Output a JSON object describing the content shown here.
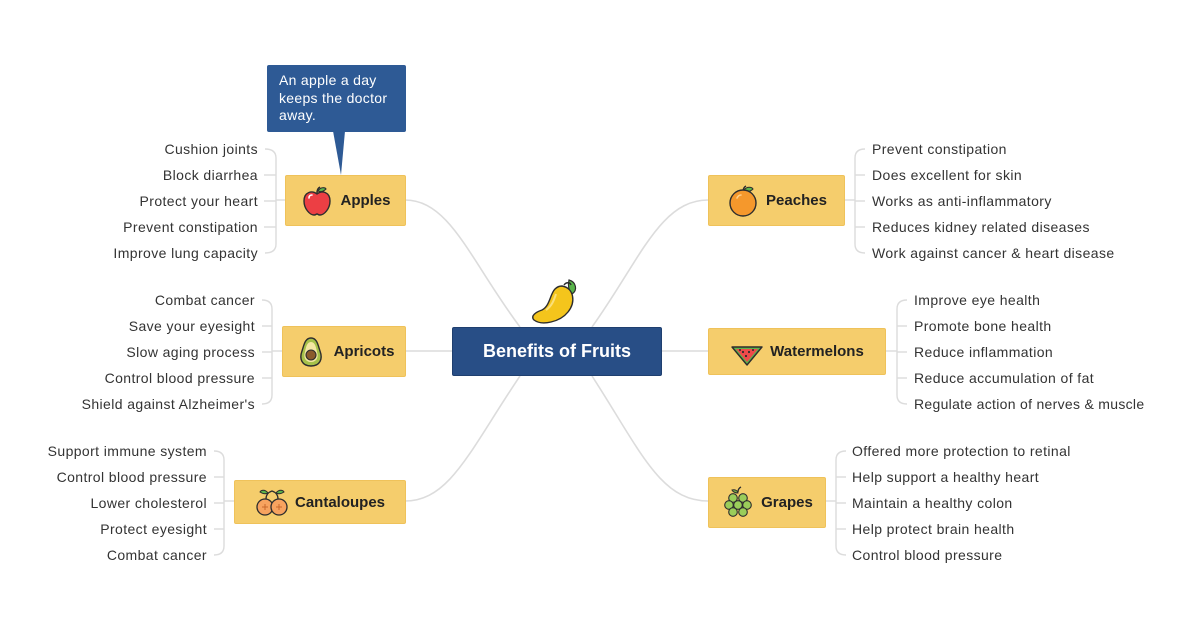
{
  "central": {
    "label": "Benefits of Fruits",
    "icon": "mango-icon"
  },
  "callout": {
    "text": "An apple a day keeps the doctor away."
  },
  "branches": {
    "apples": {
      "label": "Apples",
      "icon": "apple-icon",
      "leaves": [
        "Cushion joints",
        "Block diarrhea",
        "Protect your heart",
        "Prevent constipation",
        "Improve lung capacity"
      ]
    },
    "apricots": {
      "label": "Apricots",
      "icon": "apricot-icon",
      "leaves": [
        "Combat cancer",
        "Save your eyesight",
        "Slow aging process",
        "Control blood pressure",
        "Shield against Alzheimer's"
      ]
    },
    "cantaloupes": {
      "label": "Cantaloupes",
      "icon": "cantaloupe-icon",
      "leaves": [
        "Support immune system",
        "Control blood pressure",
        "Lower cholesterol",
        "Protect eyesight",
        "Combat cancer"
      ]
    },
    "peaches": {
      "label": "Peaches",
      "icon": "peach-icon",
      "leaves": [
        "Prevent constipation",
        "Does excellent for skin",
        "Works as anti-inflammatory",
        "Reduces kidney related diseases",
        "Work against cancer & heart disease"
      ]
    },
    "watermelons": {
      "label": "Watermelons",
      "icon": "watermelon-icon",
      "leaves": [
        "Improve eye health",
        "Promote bone health",
        "Reduce inflammation",
        "Reduce accumulation of fat",
        "Regulate action of nerves & muscle"
      ]
    },
    "grapes": {
      "label": "Grapes",
      "icon": "grapes-icon",
      "leaves": [
        "Offered more protection to retinal",
        "Help support a healthy heart",
        "Maintain a healthy colon",
        "Help protect brain health",
        "Control blood pressure"
      ]
    }
  },
  "colors": {
    "central_bg": "#284e86",
    "branch_bg": "#f5cd6c",
    "callout_bg": "#2e5a95",
    "connector": "#d9d9d9",
    "text": "#333333"
  }
}
